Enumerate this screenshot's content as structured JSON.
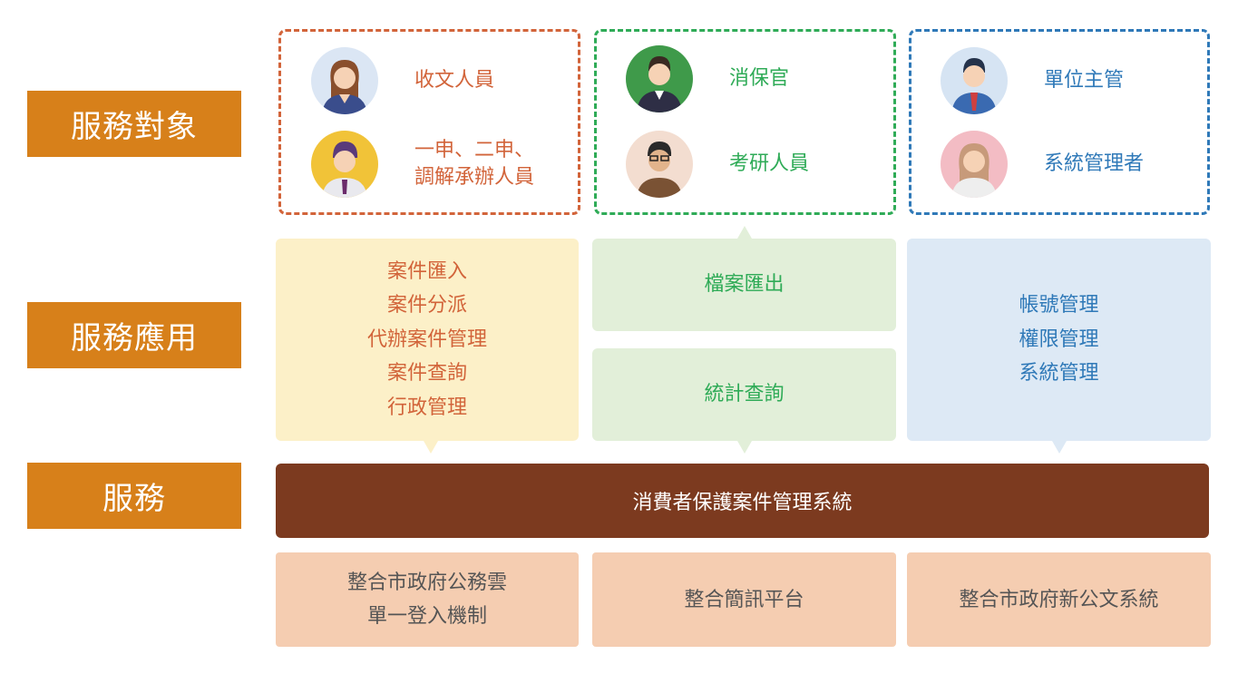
{
  "labels": {
    "targets": "服務對象",
    "applications": "服務應用",
    "service": "服務"
  },
  "groups": [
    {
      "color": "#d2643a",
      "roles": [
        {
          "lines": [
            "收文人員"
          ]
        },
        {
          "lines": [
            "一申、二申、",
            "調解承辦人員"
          ]
        }
      ]
    },
    {
      "color": "#2fab57",
      "roles": [
        {
          "lines": [
            "消保官"
          ]
        },
        {
          "lines": [
            "考研人員"
          ]
        }
      ]
    },
    {
      "color": "#2f79b8",
      "roles": [
        {
          "lines": [
            "單位主管"
          ]
        },
        {
          "lines": [
            "系統管理者"
          ]
        }
      ]
    }
  ],
  "apps": {
    "col1": [
      "案件匯入",
      "案件分派",
      "代辦案件管理",
      "案件查詢",
      "行政管理"
    ],
    "col2_top": [
      "檔案匯出"
    ],
    "col2_bottom": [
      "統計查詢"
    ],
    "col3": [
      "帳號管理",
      "權限管理",
      "系統管理"
    ]
  },
  "colors": {
    "col1_bg": "#fcf0c8",
    "col1_text": "#d2643a",
    "col2_bg": "#e2efd9",
    "col2_text": "#2fab57",
    "col3_bg": "#dde9f5",
    "col3_text": "#2f79b8"
  },
  "system": "消費者保護案件管理系統",
  "infra": [
    [
      "整合市政府公務雲",
      "單一登入機制"
    ],
    [
      "整合簡訊平台"
    ],
    [
      "整合市政府新公文系統"
    ]
  ]
}
